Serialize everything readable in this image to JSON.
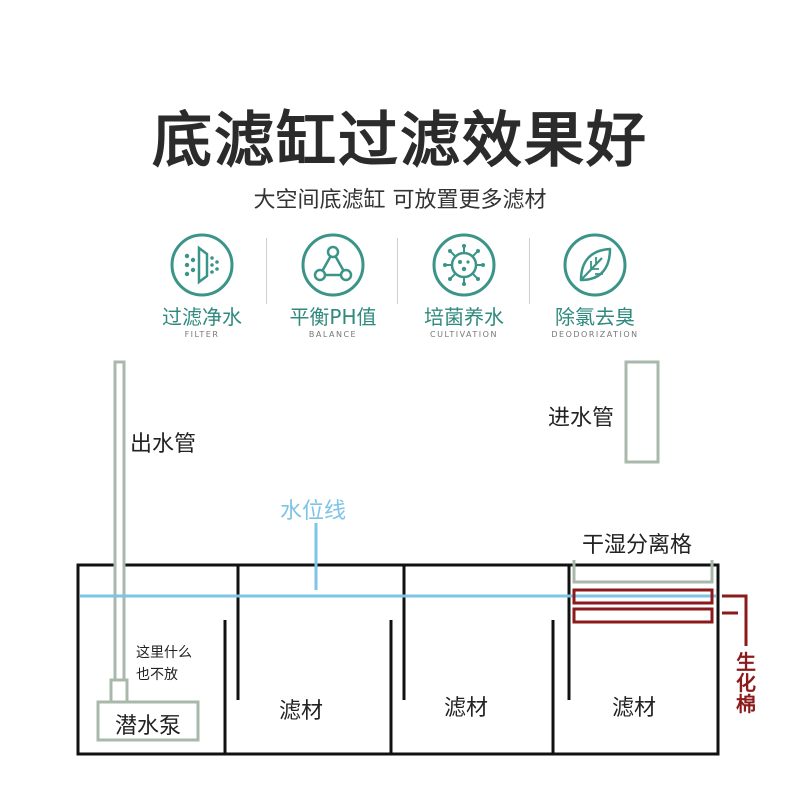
{
  "title": "底滤缸过滤效果好",
  "subtitle": "大空间底滤缸  可放置更多滤材",
  "features": [
    {
      "label": "过滤净水",
      "sub": "FILTER",
      "icon": "filter-icon"
    },
    {
      "label": "平衡PH值",
      "sub": "BALANCE",
      "icon": "molecule-icon"
    },
    {
      "label": "培菌养水",
      "sub": "CULTIVATION",
      "icon": "bacteria-icon"
    },
    {
      "label": "除氯去臭",
      "sub": "DEODORIZATION",
      "icon": "leaf-icon"
    }
  ],
  "diagram": {
    "outlet_pipe": "出水管",
    "inlet_pipe": "进水管",
    "water_line": "水位线",
    "dry_wet_separator": "干湿分离格",
    "nothing_here": "这里什么也不放",
    "nothing_here_line1": "这里什么",
    "nothing_here_line2": "也不放",
    "pump": "潜水泵",
    "media_1": "滤材",
    "media_2": "滤材",
    "media_3": "滤材",
    "bio_sponge": "生化棉",
    "bio_sponge_chars": [
      "生",
      "化",
      "棉"
    ]
  },
  "colors": {
    "teal": "#2f8a7e",
    "icon_circle": "#3a9488",
    "water_line": "#7ec4e6",
    "pipe": "#a9b8ab",
    "tank_border": "#111111",
    "bio_sponge": "#8b1a1a"
  }
}
